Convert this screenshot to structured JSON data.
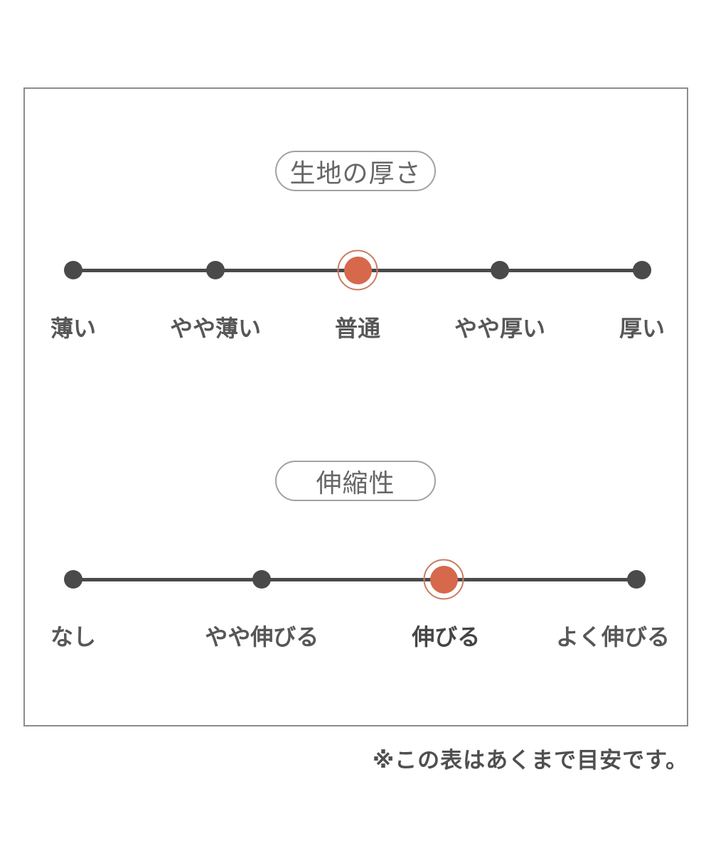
{
  "colors": {
    "line": "#4a4a4a",
    "dot": "#4a4a4a",
    "selected_dot": "#d6694c",
    "selected_ring": "#c97c64",
    "label_text": "#575757",
    "selected_label_text": "#454545",
    "pill_border": "#a2a2a2",
    "pill_text": "#666666",
    "box_border": "#8d8d8d",
    "footer_text": "#4f4f4f",
    "bg": "#ffffff"
  },
  "scales": [
    {
      "title": "生地の厚さ",
      "options": [
        {
          "label": "薄い",
          "selected": false
        },
        {
          "label": "やや薄い",
          "selected": false
        },
        {
          "label": "普通",
          "selected": true
        },
        {
          "label": "やや厚い",
          "selected": false
        },
        {
          "label": "厚い",
          "selected": false
        }
      ]
    },
    {
      "title": "伸縮性",
      "options": [
        {
          "label": "なし",
          "selected": false
        },
        {
          "label": "やや伸びる",
          "selected": false
        },
        {
          "label": "伸びる",
          "selected": true
        },
        {
          "label": "よく伸びる",
          "selected": false
        }
      ]
    }
  ],
  "footer": {
    "note": "※この表はあくまで目安です。"
  },
  "chart_data": [
    {
      "type": "scatter",
      "title": "生地の厚さ",
      "categories": [
        "薄い",
        "やや薄い",
        "普通",
        "やや厚い",
        "厚い"
      ],
      "selected": "普通",
      "selected_index": 2,
      "num_points": 5,
      "legend_position": "none",
      "grid": false
    },
    {
      "type": "scatter",
      "title": "伸縮性",
      "categories": [
        "なし",
        "やや伸びる",
        "伸びる",
        "よく伸びる"
      ],
      "selected": "伸びる",
      "selected_index": 2,
      "num_points": 4,
      "legend_position": "none",
      "grid": false
    }
  ]
}
